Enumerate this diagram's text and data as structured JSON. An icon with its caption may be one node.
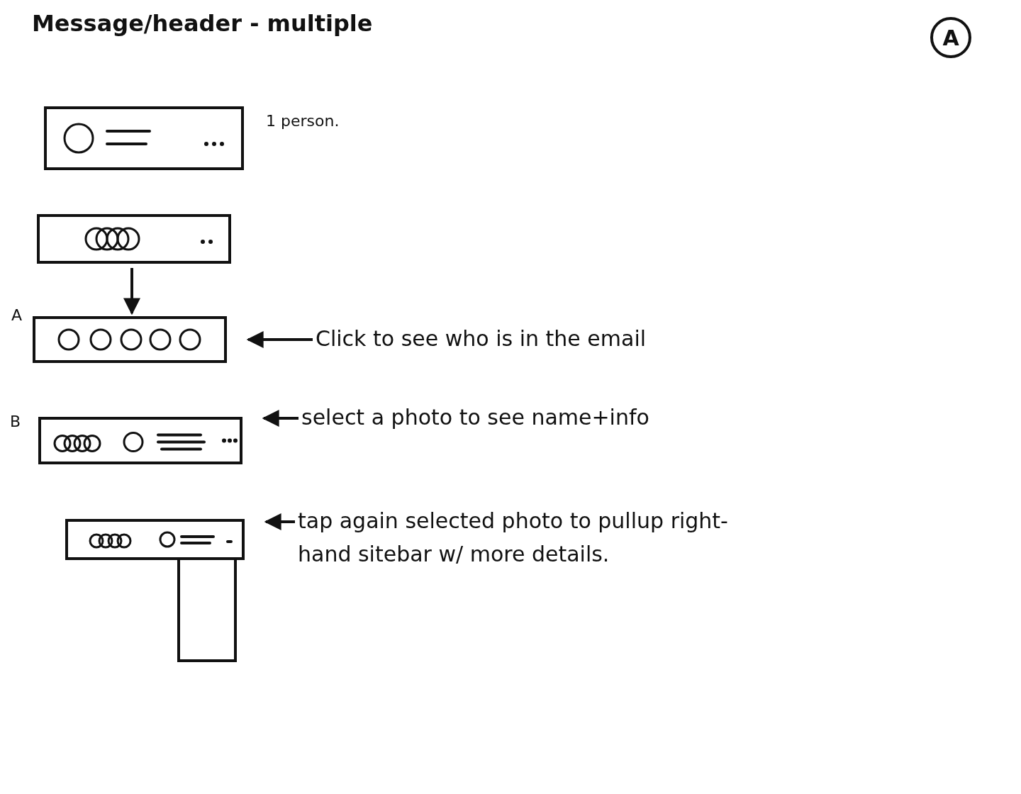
{
  "diagram": {
    "title": "Message/header - multiple",
    "nodes": [
      {
        "text": [
          "A"
        ]
      },
      {
        "text": [],
        "shape": "box",
        "beside": [
          "1 person."
        ]
      },
      {
        "text": [],
        "shape": "box"
      },
      {
        "text": [],
        "shape": "box",
        "beside": [
          "A"
        ]
      },
      {
        "text": [
          "Click to see who is in the email"
        ]
      },
      {
        "text": [],
        "shape": "box",
        "beside": [
          "B"
        ]
      },
      {
        "text": [
          "select a photo to see name+info"
        ]
      },
      {
        "text": [],
        "shape": "box"
      },
      {
        "text": [],
        "shape": "box"
      },
      {
        "text": [
          "tap again selected photo to pullup right-hand sitebar w/ more details."
        ]
      }
    ],
    "edges": [
      {
        "from": 2,
        "to": 3,
        "arrow": "to"
      },
      {
        "from": 4,
        "to": 3,
        "arrow": "to"
      },
      {
        "from": 6,
        "to": 5,
        "arrow": "to"
      },
      {
        "from": 9,
        "to": 7,
        "arrow": "to"
      }
    ]
  }
}
